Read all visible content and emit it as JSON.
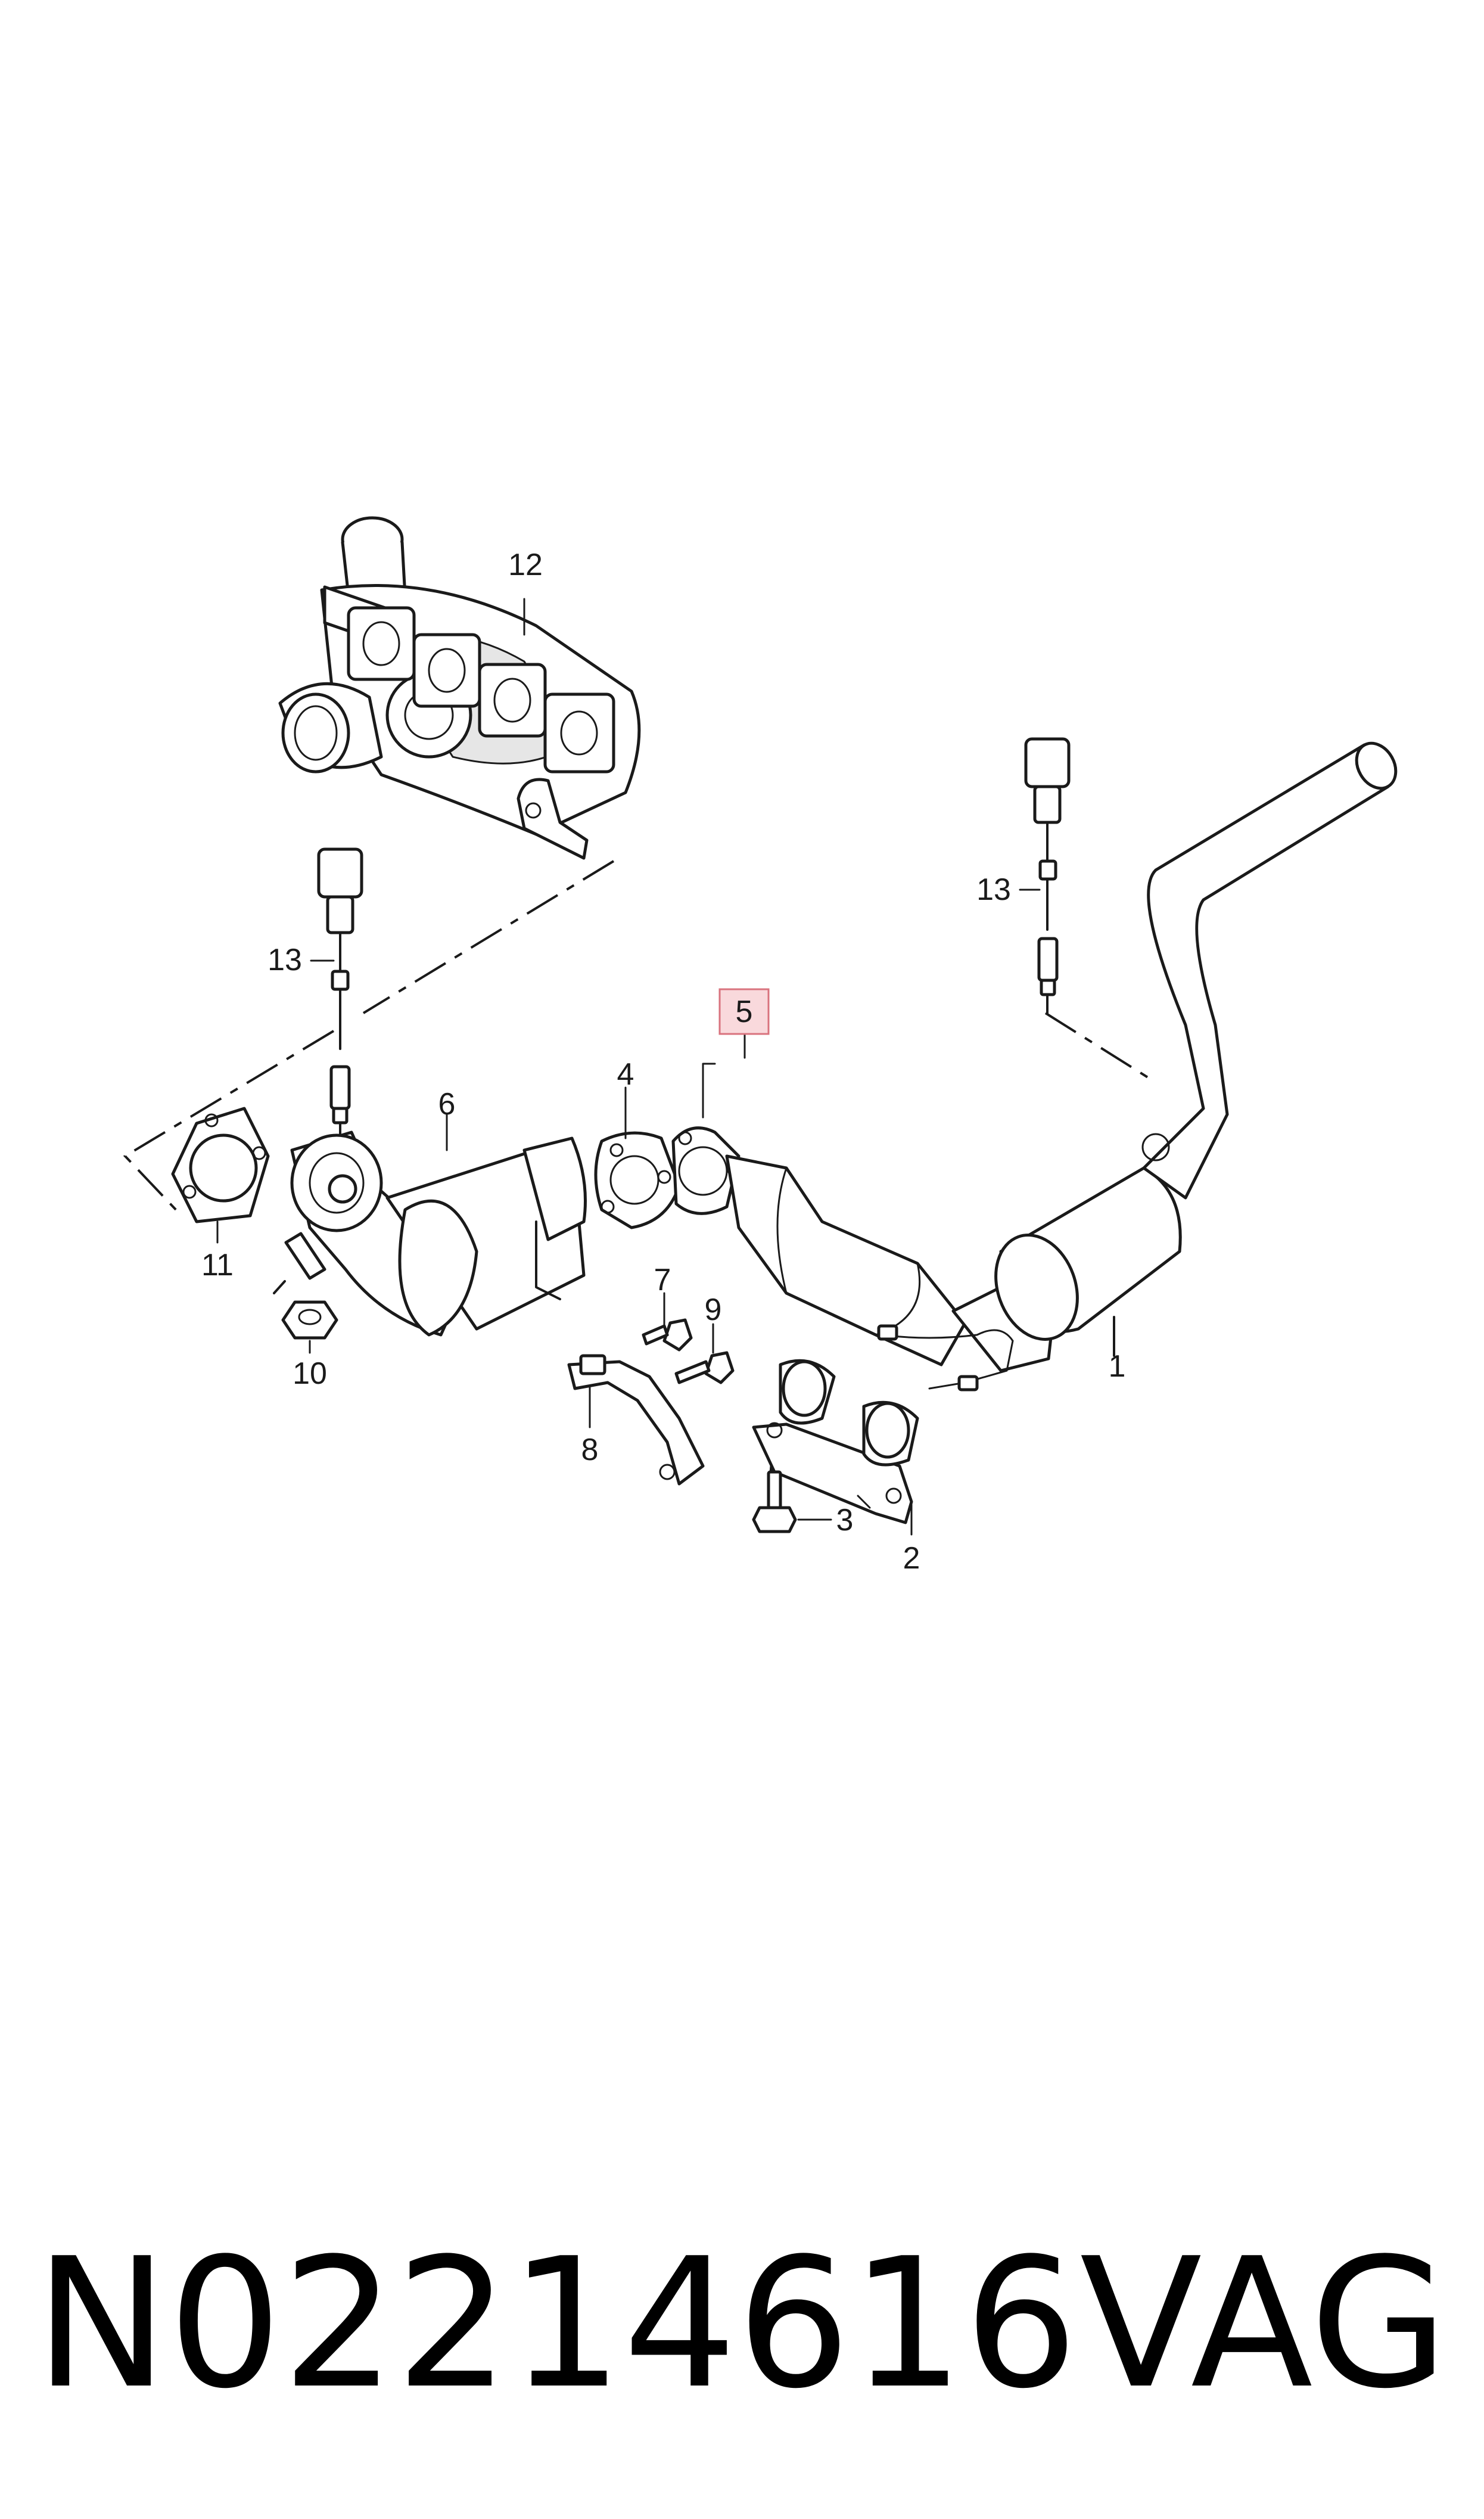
{
  "callouts": [
    {
      "id": "1",
      "label": "1"
    },
    {
      "id": "2",
      "label": "2"
    },
    {
      "id": "3",
      "label": "3"
    },
    {
      "id": "4",
      "label": "4"
    },
    {
      "id": "5",
      "label": "5",
      "highlighted": true
    },
    {
      "id": "6",
      "label": "6"
    },
    {
      "id": "7",
      "label": "7"
    },
    {
      "id": "8",
      "label": "8"
    },
    {
      "id": "9",
      "label": "9"
    },
    {
      "id": "10",
      "label": "10"
    },
    {
      "id": "11",
      "label": "11"
    },
    {
      "id": "12",
      "label": "12"
    },
    {
      "id": "13a",
      "label": "13"
    },
    {
      "id": "13b",
      "label": "13"
    }
  ],
  "footer": {
    "part_number": "N02214616",
    "brand": "VAG"
  },
  "colors": {
    "line": "#1a1a1a",
    "highlight_fill": "#f9d9dc",
    "highlight_stroke": "#d9737e"
  }
}
